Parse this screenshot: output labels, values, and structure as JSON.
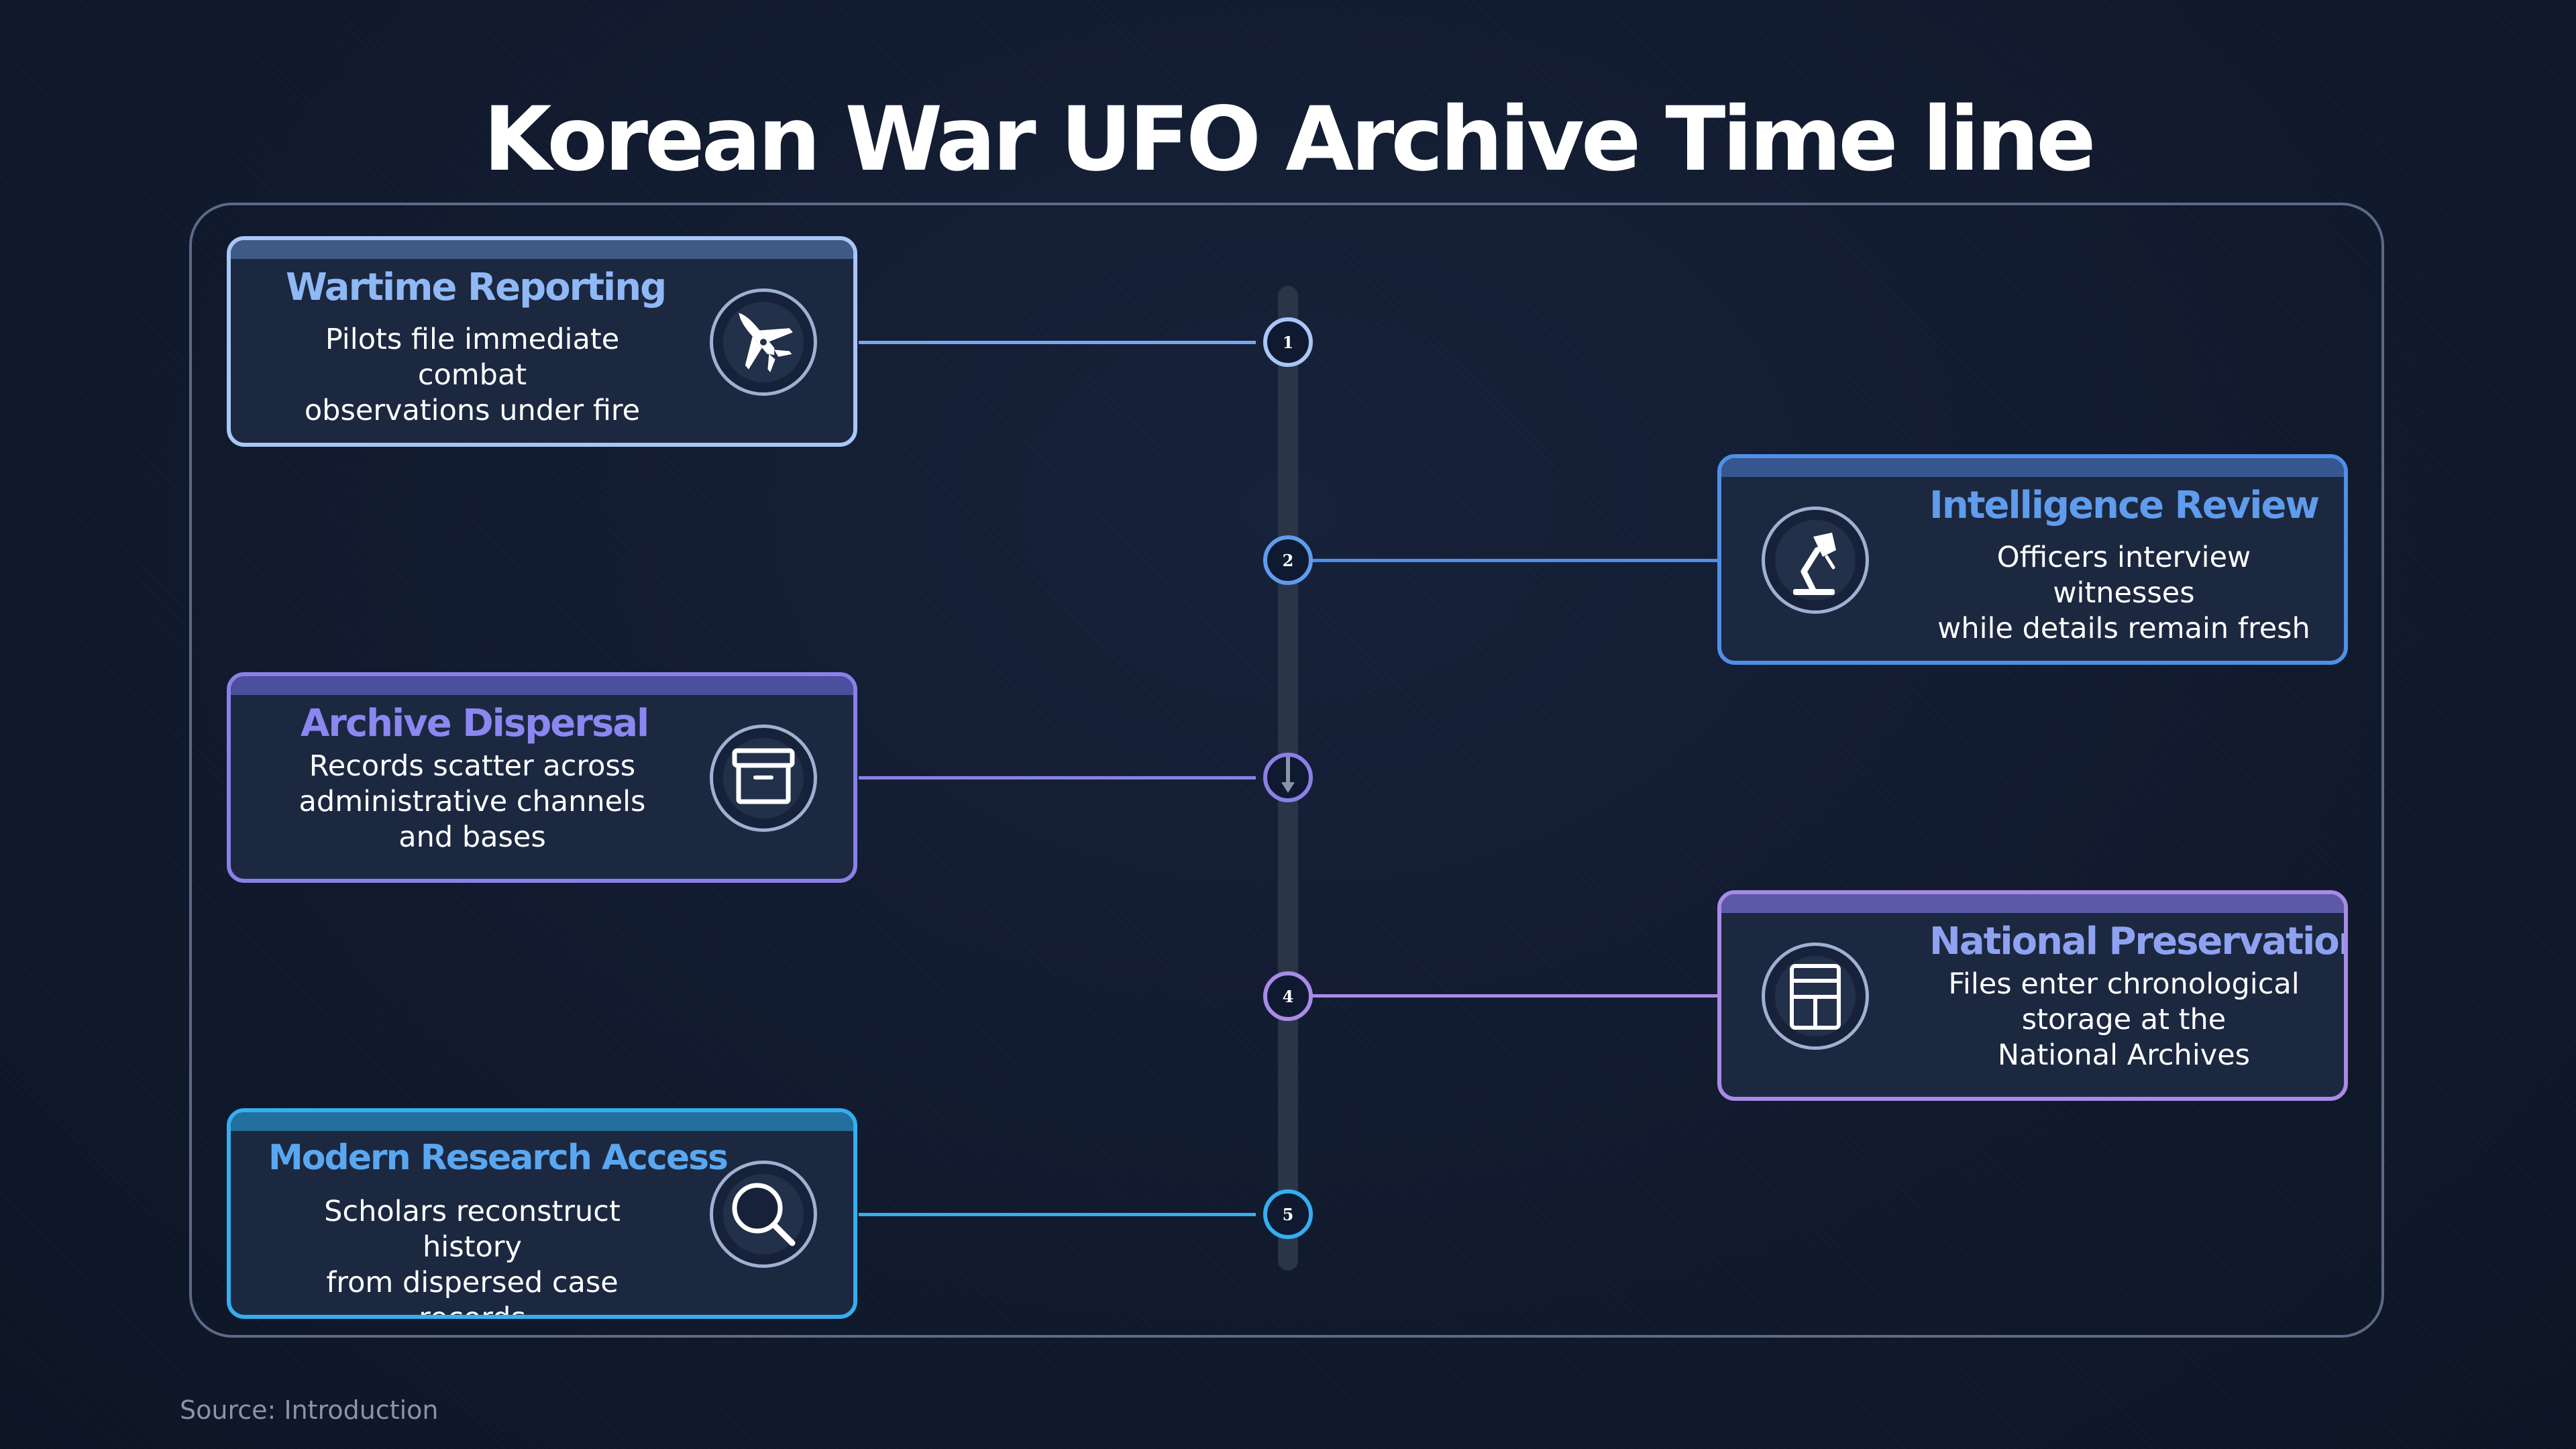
{
  "title": "Korean War UFO Archive Time line",
  "source": "Source: Introduction",
  "colors": {
    "background": "#101a2c",
    "card_fill": "#1c2840",
    "stage1": "#7aa6f0",
    "stage2": "#4f8fe6",
    "stage3": "#8a80e8",
    "stage4": "#a98ae6",
    "stage5": "#34aef0"
  },
  "stages": [
    {
      "number": "1",
      "heading": "Wartime Reporting",
      "text": "Pilots file immediate combat\nobservations under fire",
      "icon": "fighter-jet-icon",
      "side": "left"
    },
    {
      "number": "2",
      "heading": "Intelligence Review",
      "text": "Officers interview witnesses\nwhile details remain fresh",
      "icon": "desk-lamp-icon",
      "side": "right"
    },
    {
      "number": "",
      "heading": "Archive Dispersal",
      "text": "Records scatter across\nadministrative channels\nand bases",
      "icon": "archive-box-icon",
      "side": "left"
    },
    {
      "number": "4",
      "heading": "National Preservation",
      "text": "Files enter chronological\nstorage at the\nNational Archives",
      "icon": "filing-cabinet-icon",
      "side": "right"
    },
    {
      "number": "5",
      "heading": "Modern Research Access",
      "text": "Scholars reconstruct history\nfrom dispersed case records",
      "icon": "magnifier-icon",
      "side": "left"
    }
  ]
}
